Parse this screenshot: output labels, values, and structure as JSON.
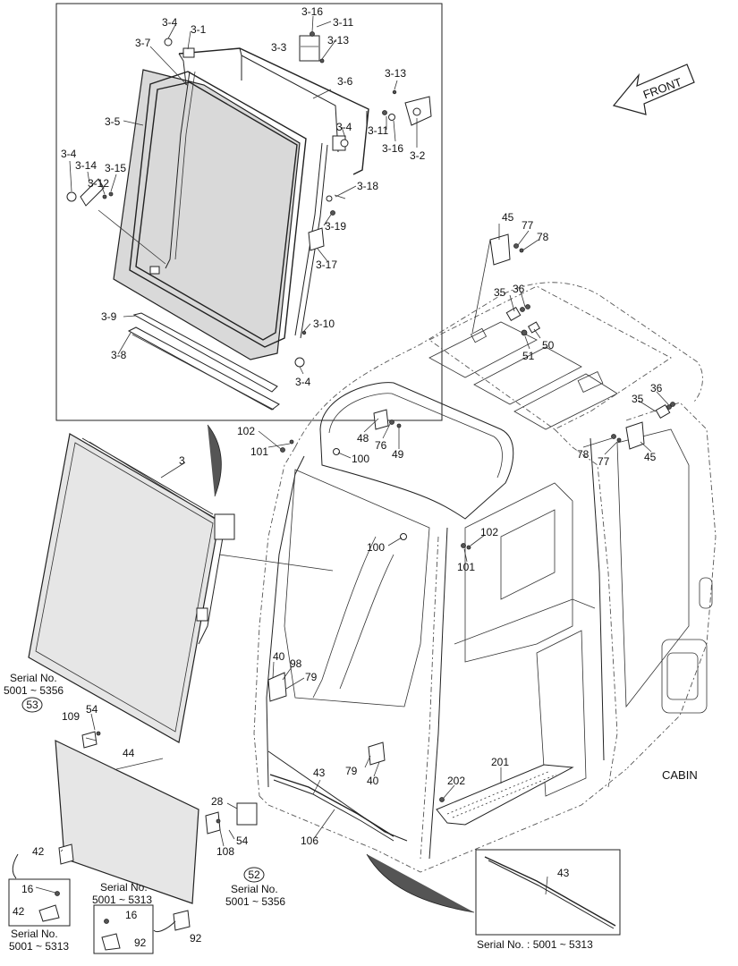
{
  "front_arrow": {
    "label": "FRONT"
  },
  "section_title": "CABIN",
  "detail_labels": {
    "l_3_1": "3-1",
    "l_3_2": "3-2",
    "l_3_3": "3-3",
    "l_3_4a": "3-4",
    "l_3_4b": "3-4",
    "l_3_4c": "3-4",
    "l_3_4d": "3-4",
    "l_3_5": "3-5",
    "l_3_6": "3-6",
    "l_3_7": "3-7",
    "l_3_8": "3-8",
    "l_3_9": "3-9",
    "l_3_10": "3-10",
    "l_3_11a": "3-11",
    "l_3_11b": "3-11",
    "l_3_12": "3-12",
    "l_3_13a": "3-13",
    "l_3_13b": "3-13",
    "l_3_14": "3-14",
    "l_3_15": "3-15",
    "l_3_16a": "3-16",
    "l_3_16b": "3-16",
    "l_3_17": "3-17",
    "l_3_18": "3-18",
    "l_3_19": "3-19"
  },
  "part_labels": {
    "p3": "3",
    "p16a": "16",
    "p16b": "16",
    "p28": "28",
    "p35a": "35",
    "p35b": "35",
    "p36a": "36",
    "p36b": "36",
    "p40a": "40",
    "p40b": "40",
    "p42a": "42",
    "p42b": "42",
    "p43a": "43",
    "p43b": "43",
    "p44": "44",
    "p45a": "45",
    "p45b": "45",
    "p48": "48",
    "p49": "49",
    "p50": "50",
    "p51": "51",
    "p54a": "54",
    "p54b": "54",
    "p76": "76",
    "p77a": "77",
    "p77b": "77",
    "p78a": "78",
    "p78b": "78",
    "p79a": "79",
    "p79b": "79",
    "p92a": "92",
    "p92b": "92",
    "p98": "98",
    "p100a": "100",
    "p100b": "100",
    "p101a": "101",
    "p101b": "101",
    "p102a": "102",
    "p102b": "102",
    "p106": "106",
    "p108": "108",
    "p109": "109",
    "p201": "201",
    "p202": "202"
  },
  "callouts": {
    "c52": "52",
    "c53": "53"
  },
  "serial_notes": {
    "s1_line1": "Serial No.",
    "s1_line2": "5001 ~ 5356",
    "s2_line1": "Serial No.",
    "s2_line2": "5001 ~ 5356",
    "s3_line1": "Serial No.",
    "s3_line2": "5001 ~ 5313",
    "s4_line1": "Serial No.",
    "s4_line2": "5001 ~ 5313",
    "s5": "Serial No. : 5001 ~ 5313"
  }
}
